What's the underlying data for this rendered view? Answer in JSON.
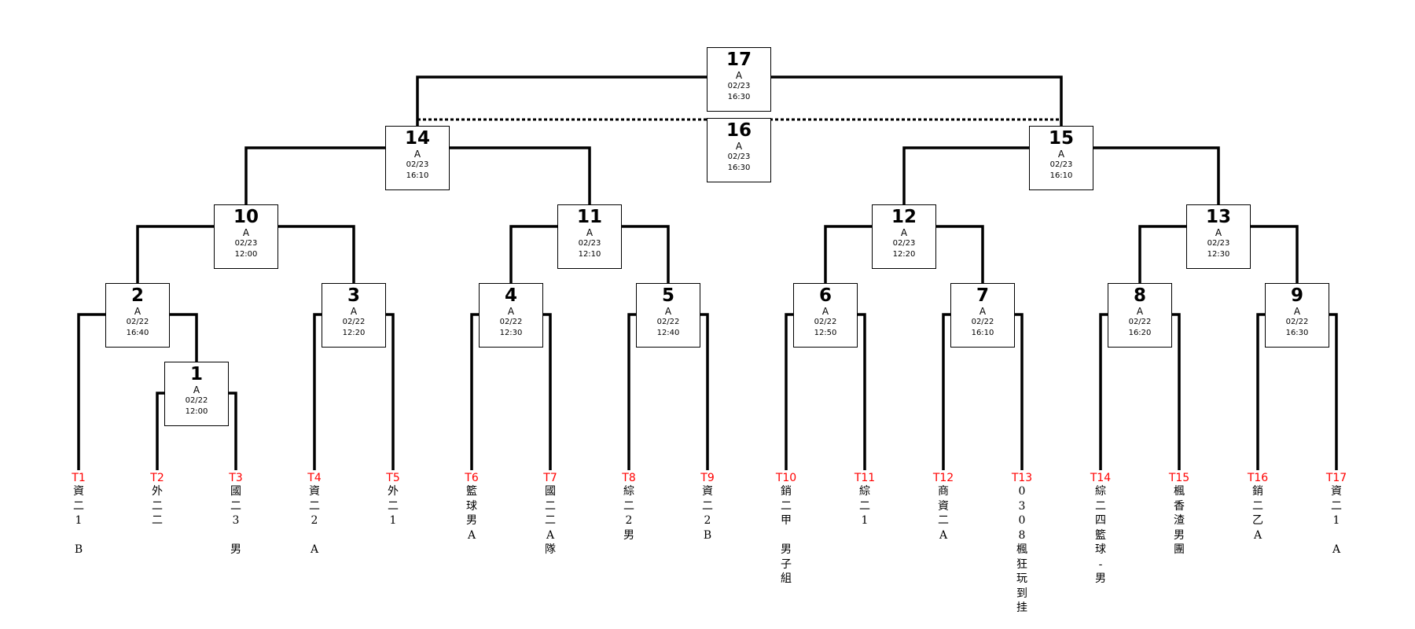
{
  "colors": {
    "team_id": "#ff0000",
    "line": "#000000",
    "text": "#000000"
  },
  "matches": {
    "1": {
      "num": "1",
      "court": "A",
      "date": "02/22",
      "time": "12:00"
    },
    "2": {
      "num": "2",
      "court": "A",
      "date": "02/22",
      "time": "16:40"
    },
    "3": {
      "num": "3",
      "court": "A",
      "date": "02/22",
      "time": "12:20"
    },
    "4": {
      "num": "4",
      "court": "A",
      "date": "02/22",
      "time": "12:30"
    },
    "5": {
      "num": "5",
      "court": "A",
      "date": "02/22",
      "time": "12:40"
    },
    "6": {
      "num": "6",
      "court": "A",
      "date": "02/22",
      "time": "12:50"
    },
    "7": {
      "num": "7",
      "court": "A",
      "date": "02/22",
      "time": "16:10"
    },
    "8": {
      "num": "8",
      "court": "A",
      "date": "02/22",
      "time": "16:20"
    },
    "9": {
      "num": "9",
      "court": "A",
      "date": "02/22",
      "time": "16:30"
    },
    "10": {
      "num": "10",
      "court": "A",
      "date": "02/23",
      "time": "12:00"
    },
    "11": {
      "num": "11",
      "court": "A",
      "date": "02/23",
      "time": "12:10"
    },
    "12": {
      "num": "12",
      "court": "A",
      "date": "02/23",
      "time": "12:20"
    },
    "13": {
      "num": "13",
      "court": "A",
      "date": "02/23",
      "time": "12:30"
    },
    "14": {
      "num": "14",
      "court": "A",
      "date": "02/23",
      "time": "16:10"
    },
    "15": {
      "num": "15",
      "court": "A",
      "date": "02/23",
      "time": "16:10"
    },
    "16": {
      "num": "16",
      "court": "A",
      "date": "02/23",
      "time": "16:30"
    },
    "17": {
      "num": "17",
      "court": "A",
      "date": "02/23",
      "time": "16:30"
    }
  },
  "teams": [
    {
      "id": "T1",
      "name": "資\n二\n1\n \nB"
    },
    {
      "id": "T2",
      "name": "外\n二\n二"
    },
    {
      "id": "T3",
      "name": "國\n二\n3\n \n男"
    },
    {
      "id": "T4",
      "name": "資\n二\n2\n \nA"
    },
    {
      "id": "T5",
      "name": "外\n二\n1"
    },
    {
      "id": "T6",
      "name": "籃\n球\n男\nA"
    },
    {
      "id": "T7",
      "name": "國\n二\n二\nA\n隊"
    },
    {
      "id": "T8",
      "name": "綜\n二\n2\n男"
    },
    {
      "id": "T9",
      "name": "資\n二\n2\nB"
    },
    {
      "id": "T10",
      "name": "銷\n二\n甲\n \n男\n子\n組"
    },
    {
      "id": "T11",
      "name": "綜\n二\n1"
    },
    {
      "id": "T12",
      "name": "商\n資\n二\nA"
    },
    {
      "id": "T13",
      "name": "0\n3\n0\n8\n楓\n狂\n玩\n到\n挂"
    },
    {
      "id": "T14",
      "name": "綜\n二\n四\n籃\n球\n-\n男"
    },
    {
      "id": "T15",
      "name": "楓\n香\n渣\n男\n團"
    },
    {
      "id": "T16",
      "name": "銷\n二\n乙\nA"
    },
    {
      "id": "T17",
      "name": "資\n二\n1\n \nA"
    }
  ]
}
